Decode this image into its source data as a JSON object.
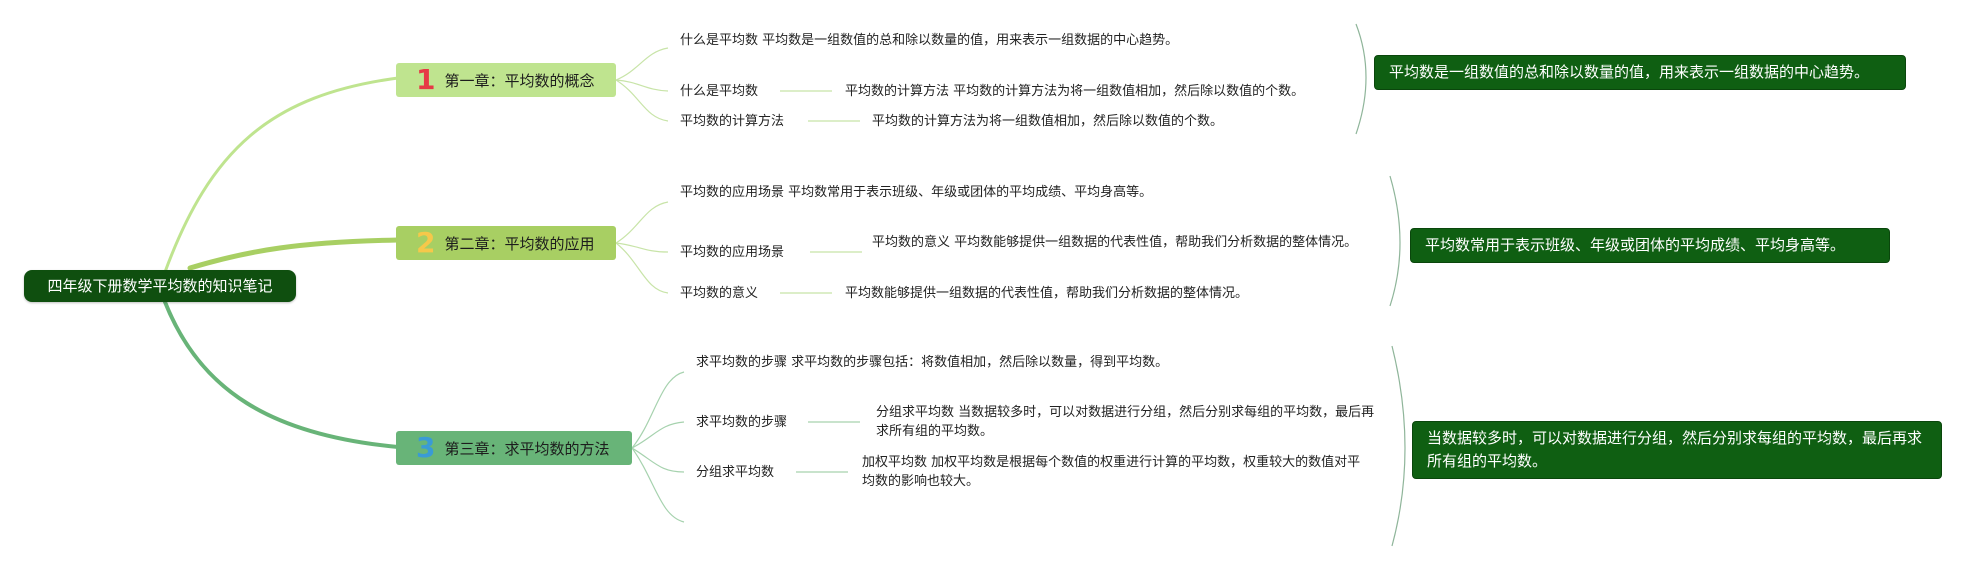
{
  "root": {
    "label": "四年级下册数学平均数的知识笔记"
  },
  "chapters": [
    {
      "num": "1",
      "title": "第一章：平均数的概念",
      "items": [
        {
          "text": "什么是平均数 平均数是一组数值的总和除以数量的值，用来表示一组数据的中心趋势。"
        },
        {
          "label": "什么是平均数",
          "detail": "平均数的计算方法 平均数的计算方法为将一组数值相加，然后除以数值的个数。"
        },
        {
          "label": "平均数的计算方法",
          "detail": "平均数的计算方法为将一组数值相加，然后除以数值的个数。"
        }
      ],
      "summary": "平均数是一组数值的总和除以数量的值，用来表示一组数据的中心趋势。"
    },
    {
      "num": "2",
      "title": "第二章：平均数的应用",
      "items": [
        {
          "text": "平均数的应用场景 平均数常用于表示班级、年级或团体的平均成绩、平均身高等。"
        },
        {
          "label": "平均数的应用场景",
          "detail": "平均数的意义 平均数能够提供一组数据的代表性值，帮助我们分析数据的整体情况。"
        },
        {
          "label": "平均数的意义",
          "detail": "平均数能够提供一组数据的代表性值，帮助我们分析数据的整体情况。"
        }
      ],
      "summary": "平均数常用于表示班级、年级或团体的平均成绩、平均身高等。"
    },
    {
      "num": "3",
      "title": "第三章：求平均数的方法",
      "items": [
        {
          "text": "求平均数的步骤 求平均数的步骤包括：将数值相加，然后除以数量，得到平均数。"
        },
        {
          "label": "求平均数的步骤",
          "detail": "分组求平均数 当数据较多时，可以对数据进行分组，然后分别求每组的平均数，最后再求所有组的平均数。"
        },
        {
          "label": "分组求平均数",
          "detail": "加权平均数 加权平均数是根据每个数值的权重进行计算的平均数，权重较大的数值对平均数的影响也较大。"
        }
      ],
      "summary": "当数据较多时，可以对数据进行分组，然后分别求每组的平均数，最后再求所有组的平均数。"
    }
  ]
}
